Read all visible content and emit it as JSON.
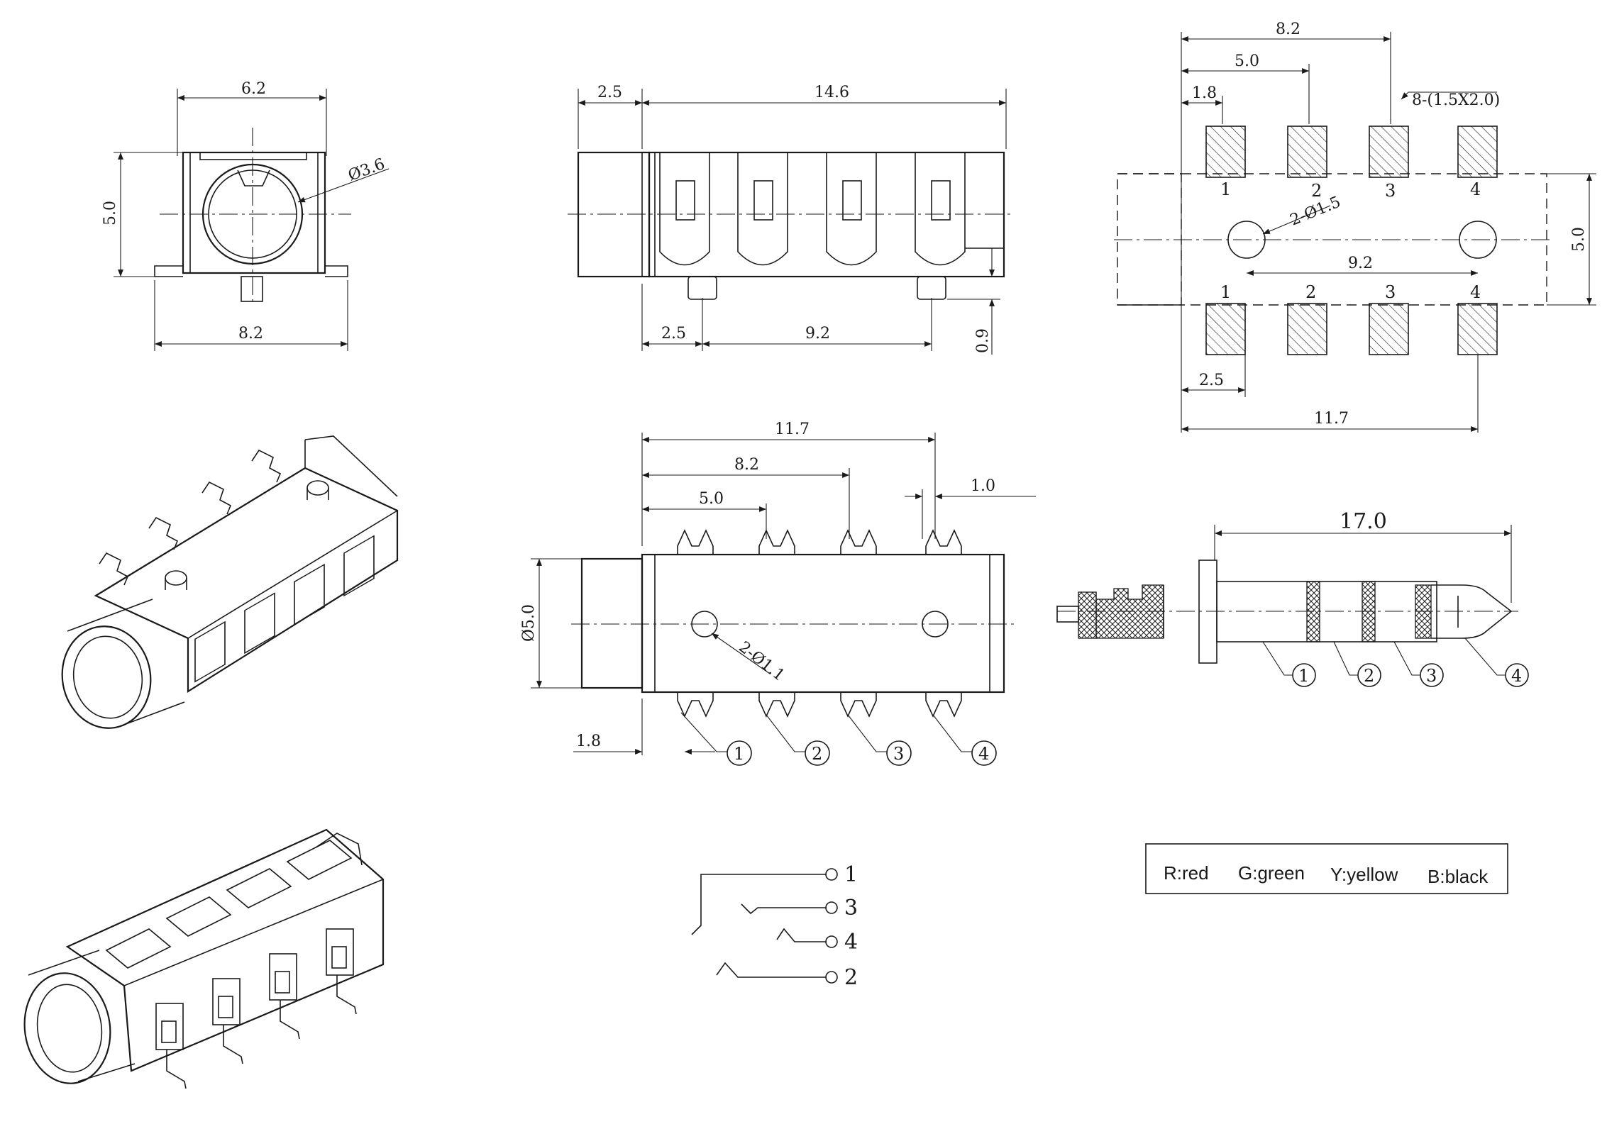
{
  "front_view": {
    "width_top": "6.2",
    "height": "5.0",
    "hole_dia": "Ø3.6",
    "width_bottom": "8.2"
  },
  "side_view": {
    "front_len": "2.5",
    "body_len": "14.6",
    "pin_offset": "2.5",
    "pin_span": "9.2",
    "pin_height": "0.9"
  },
  "pcb_layout": {
    "dim_8_2": "8.2",
    "dim_5_0": "5.0",
    "dim_1_8": "1.8",
    "pad_spec": "8-(1.5X2.0)",
    "top_pins": [
      "1",
      "2",
      "3",
      "4"
    ],
    "bottom_pins": [
      "1",
      "2",
      "3",
      "4"
    ],
    "hole_spec": "2-Ø1.5",
    "hole_span": "9.2",
    "height": "5.0",
    "dim_2_5": "2.5",
    "dim_11_7": "11.7"
  },
  "top_view": {
    "dim_11_7": "11.7",
    "dim_8_2": "8.2",
    "dim_5_0": "5.0",
    "dim_1_0": "1.0",
    "dia": "Ø5.0",
    "hole_spec": "2-Ø1.1",
    "dim_1_8": "1.8",
    "callouts": [
      "1",
      "2",
      "3",
      "4"
    ]
  },
  "plug": {
    "length": "17.0",
    "callouts": [
      "1",
      "2",
      "3",
      "4"
    ]
  },
  "schematic": {
    "terminals": [
      "1",
      "3",
      "4",
      "2"
    ]
  },
  "legend": {
    "red": "R:red",
    "green": "G:green",
    "yellow": "Y:yellow",
    "black": "B:black"
  }
}
